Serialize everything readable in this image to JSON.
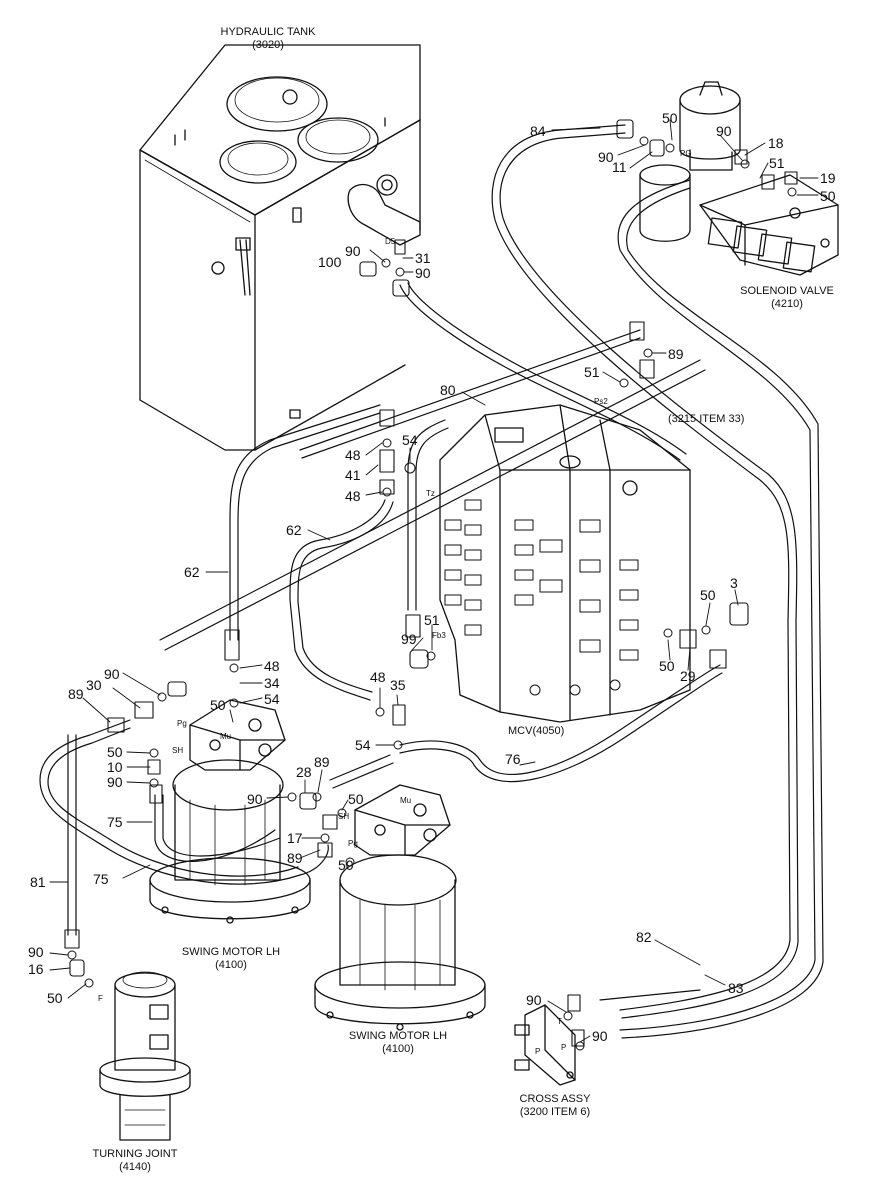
{
  "components": {
    "hydraulic_tank": {
      "name": "HYDRAULIC TANK",
      "code": "(3020)"
    },
    "solenoid_valve": {
      "name": "SOLENOID VALVE",
      "code": "(4210)"
    },
    "item_3215": {
      "name": "(3215 ITEM 33)"
    },
    "mcv": {
      "name": "MCV(4050)"
    },
    "swing_motor_1": {
      "name": "SWING MOTOR LH",
      "code": "(4100)"
    },
    "swing_motor_2": {
      "name": "SWING MOTOR LH",
      "code": "(4100)"
    },
    "turning_joint": {
      "name": "TURNING JOINT",
      "code": "(4140)"
    },
    "cross_assy": {
      "name": "CROSS ASSY",
      "code": "(3200 ITEM 6)"
    }
  },
  "callouts": [
    "84",
    "50",
    "90",
    "18",
    "90",
    "11",
    "51",
    "19",
    "50",
    "90",
    "31",
    "100",
    "90",
    "89",
    "51",
    "80",
    "48",
    "54",
    "41",
    "48",
    "62",
    "62",
    "3",
    "50",
    "99",
    "51",
    "50",
    "29",
    "90",
    "48",
    "89",
    "30",
    "34",
    "50",
    "54",
    "48",
    "35",
    "54",
    "76",
    "50",
    "10",
    "90",
    "28",
    "89",
    "90",
    "50",
    "75",
    "17",
    "89",
    "50",
    "75",
    "81",
    "90",
    "16",
    "50",
    "82",
    "83",
    "90",
    "90"
  ],
  "port_marks": [
    "PG",
    "D5",
    "Ps2",
    "Tz",
    "Fb3",
    "Pg",
    "SH",
    "Mu",
    "Mu",
    "SH",
    "Pg",
    "F",
    "T",
    "P",
    "P"
  ]
}
